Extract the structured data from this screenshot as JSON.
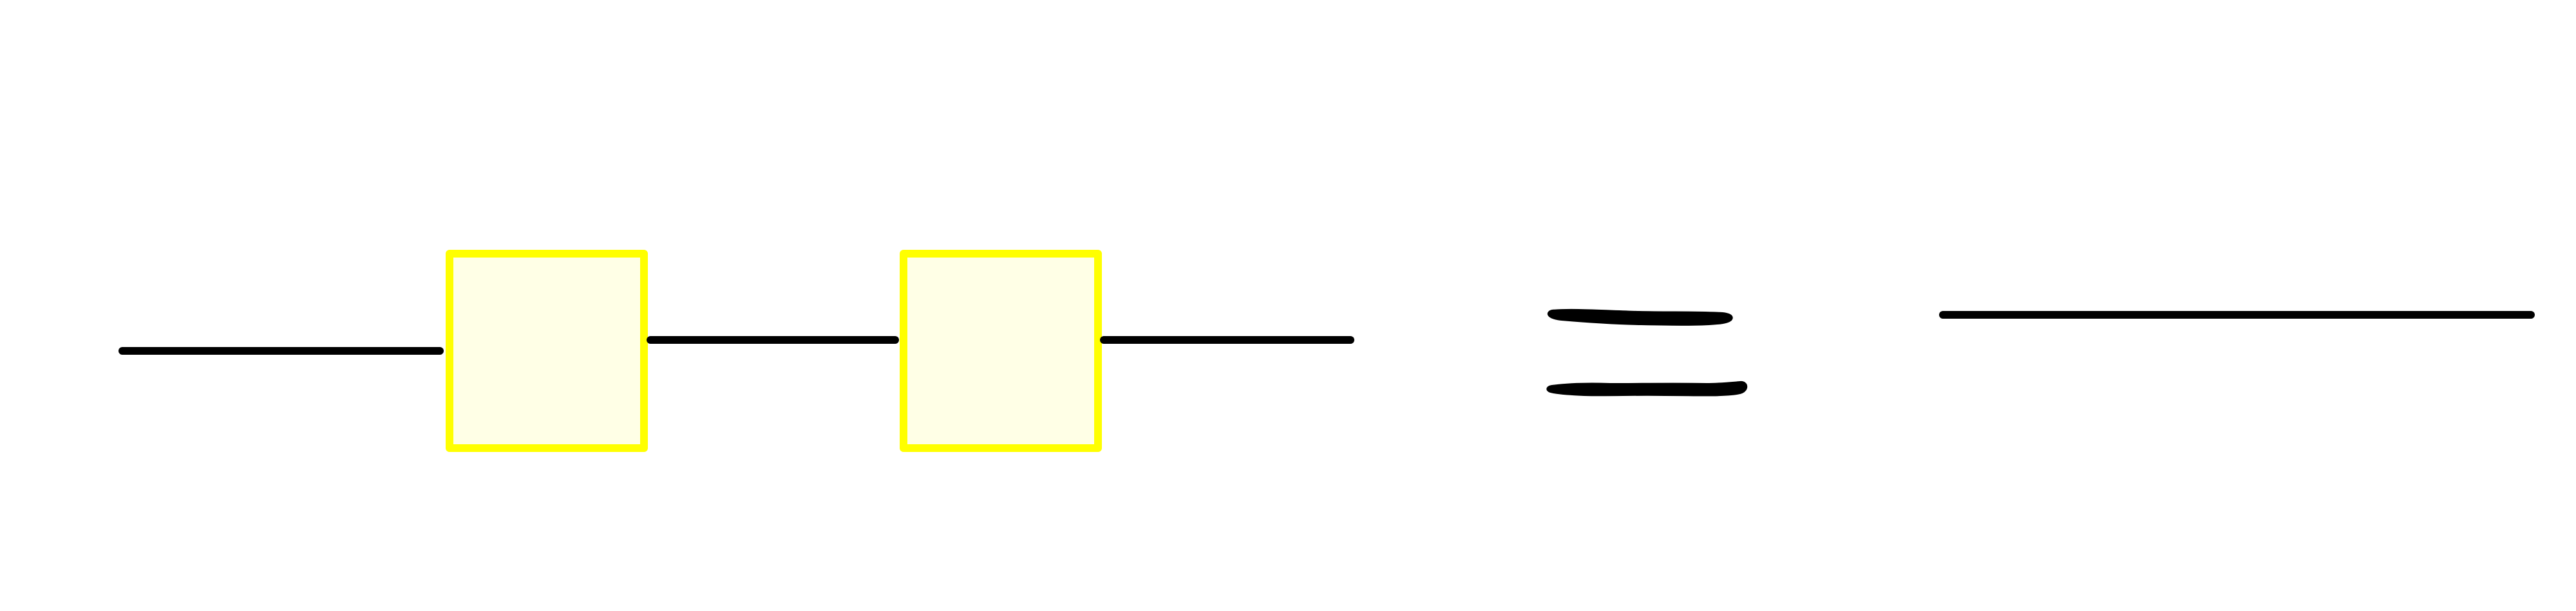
{
  "diagram": {
    "description_items": {
      "left_side": {
        "boxes": [
          {
            "name": "box-1",
            "label": ""
          },
          {
            "name": "box-2",
            "label": ""
          }
        ],
        "wires": 3
      },
      "relation": "equals",
      "right_side": {
        "wires": 1
      }
    }
  },
  "colors": {
    "box_stroke": "#ffff00",
    "box_fill": "#ffffe6",
    "wire": "#000000",
    "background": "#ffffff"
  }
}
